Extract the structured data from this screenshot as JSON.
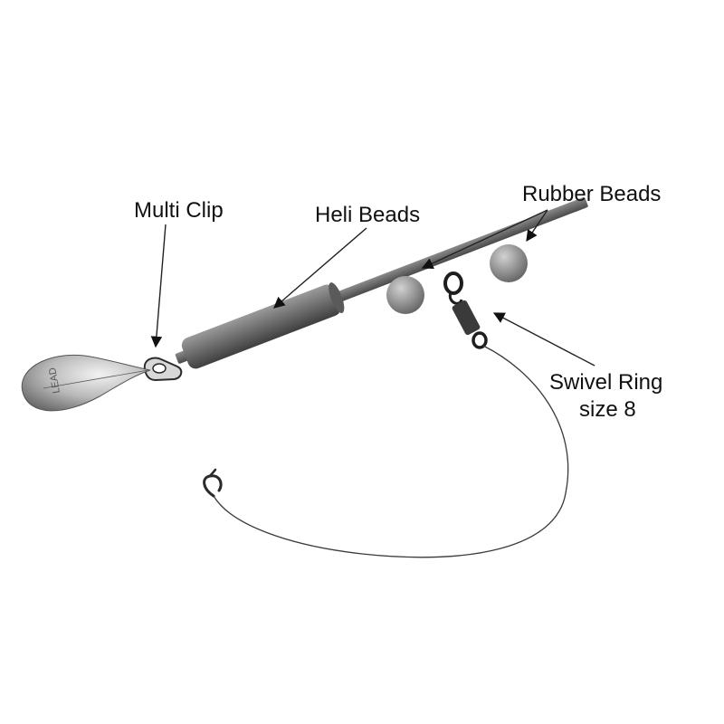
{
  "labels": {
    "multi_clip": "Multi Clip",
    "heli_beads": "Heli Beads",
    "rubber_beads": "Rubber Beads",
    "swivel_ring_line1": "Swivel Ring",
    "swivel_ring_line2": "size 8"
  },
  "lead_marking": "LEAD",
  "colors": {
    "rig_grey": "#6e6e6e",
    "bead_grey": "#8a8a8a",
    "line_dark": "#333333",
    "background": "#ffffff"
  }
}
